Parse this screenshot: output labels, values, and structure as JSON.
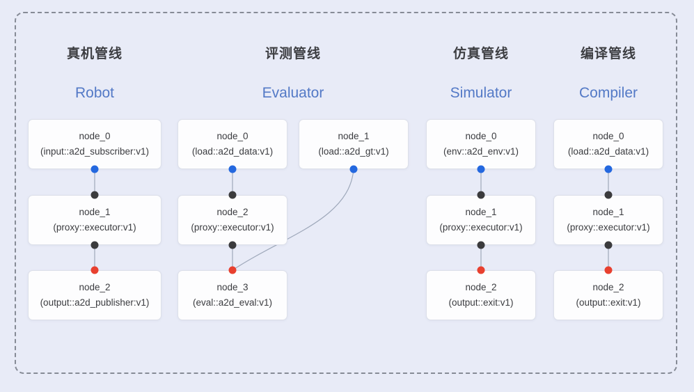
{
  "pipelines": [
    {
      "title_zh": "真机管线",
      "title_en": "Robot",
      "nodes": [
        {
          "name": "node_0",
          "plugin": "(input::a2d_subscriber:v1)"
        },
        {
          "name": "node_1",
          "plugin": "(proxy::executor:v1)"
        },
        {
          "name": "node_2",
          "plugin": "(output::a2d_publisher:v1)"
        }
      ]
    },
    {
      "title_zh": "评测管线",
      "title_en": "Evaluator",
      "nodes": [
        {
          "name": "node_0",
          "plugin": "(load::a2d_data:v1)"
        },
        {
          "name": "node_1",
          "plugin": "(load::a2d_gt:v1)"
        },
        {
          "name": "node_2",
          "plugin": "(proxy::executor:v1)"
        },
        {
          "name": "node_3",
          "plugin": "(eval::a2d_eval:v1)"
        }
      ]
    },
    {
      "title_zh": "仿真管线",
      "title_en": "Simulator",
      "nodes": [
        {
          "name": "node_0",
          "plugin": "(env::a2d_env:v1)"
        },
        {
          "name": "node_1",
          "plugin": "(proxy::executor:v1)"
        },
        {
          "name": "node_2",
          "plugin": "(output::exit:v1)"
        }
      ]
    },
    {
      "title_zh": "编译管线",
      "title_en": "Compiler",
      "nodes": [
        {
          "name": "node_0",
          "plugin": "(load::a2d_data:v1)"
        },
        {
          "name": "node_1",
          "plugin": "(proxy::executor:v1)"
        },
        {
          "name": "node_2",
          "plugin": "(output::exit:v1)"
        }
      ]
    }
  ],
  "colors": {
    "background": "#e8ebf7",
    "dashed_border": "#868b96",
    "node_background": "#fdfdfe",
    "node_border": "#dcdfe9",
    "title_zh_color": "#3d3e42",
    "title_en_color": "#5379c6",
    "port_output_blue": "#2468df",
    "port_input_dark": "#3b3b3d",
    "port_final_red": "#e8402f",
    "connector_line": "#9ea8ba"
  }
}
